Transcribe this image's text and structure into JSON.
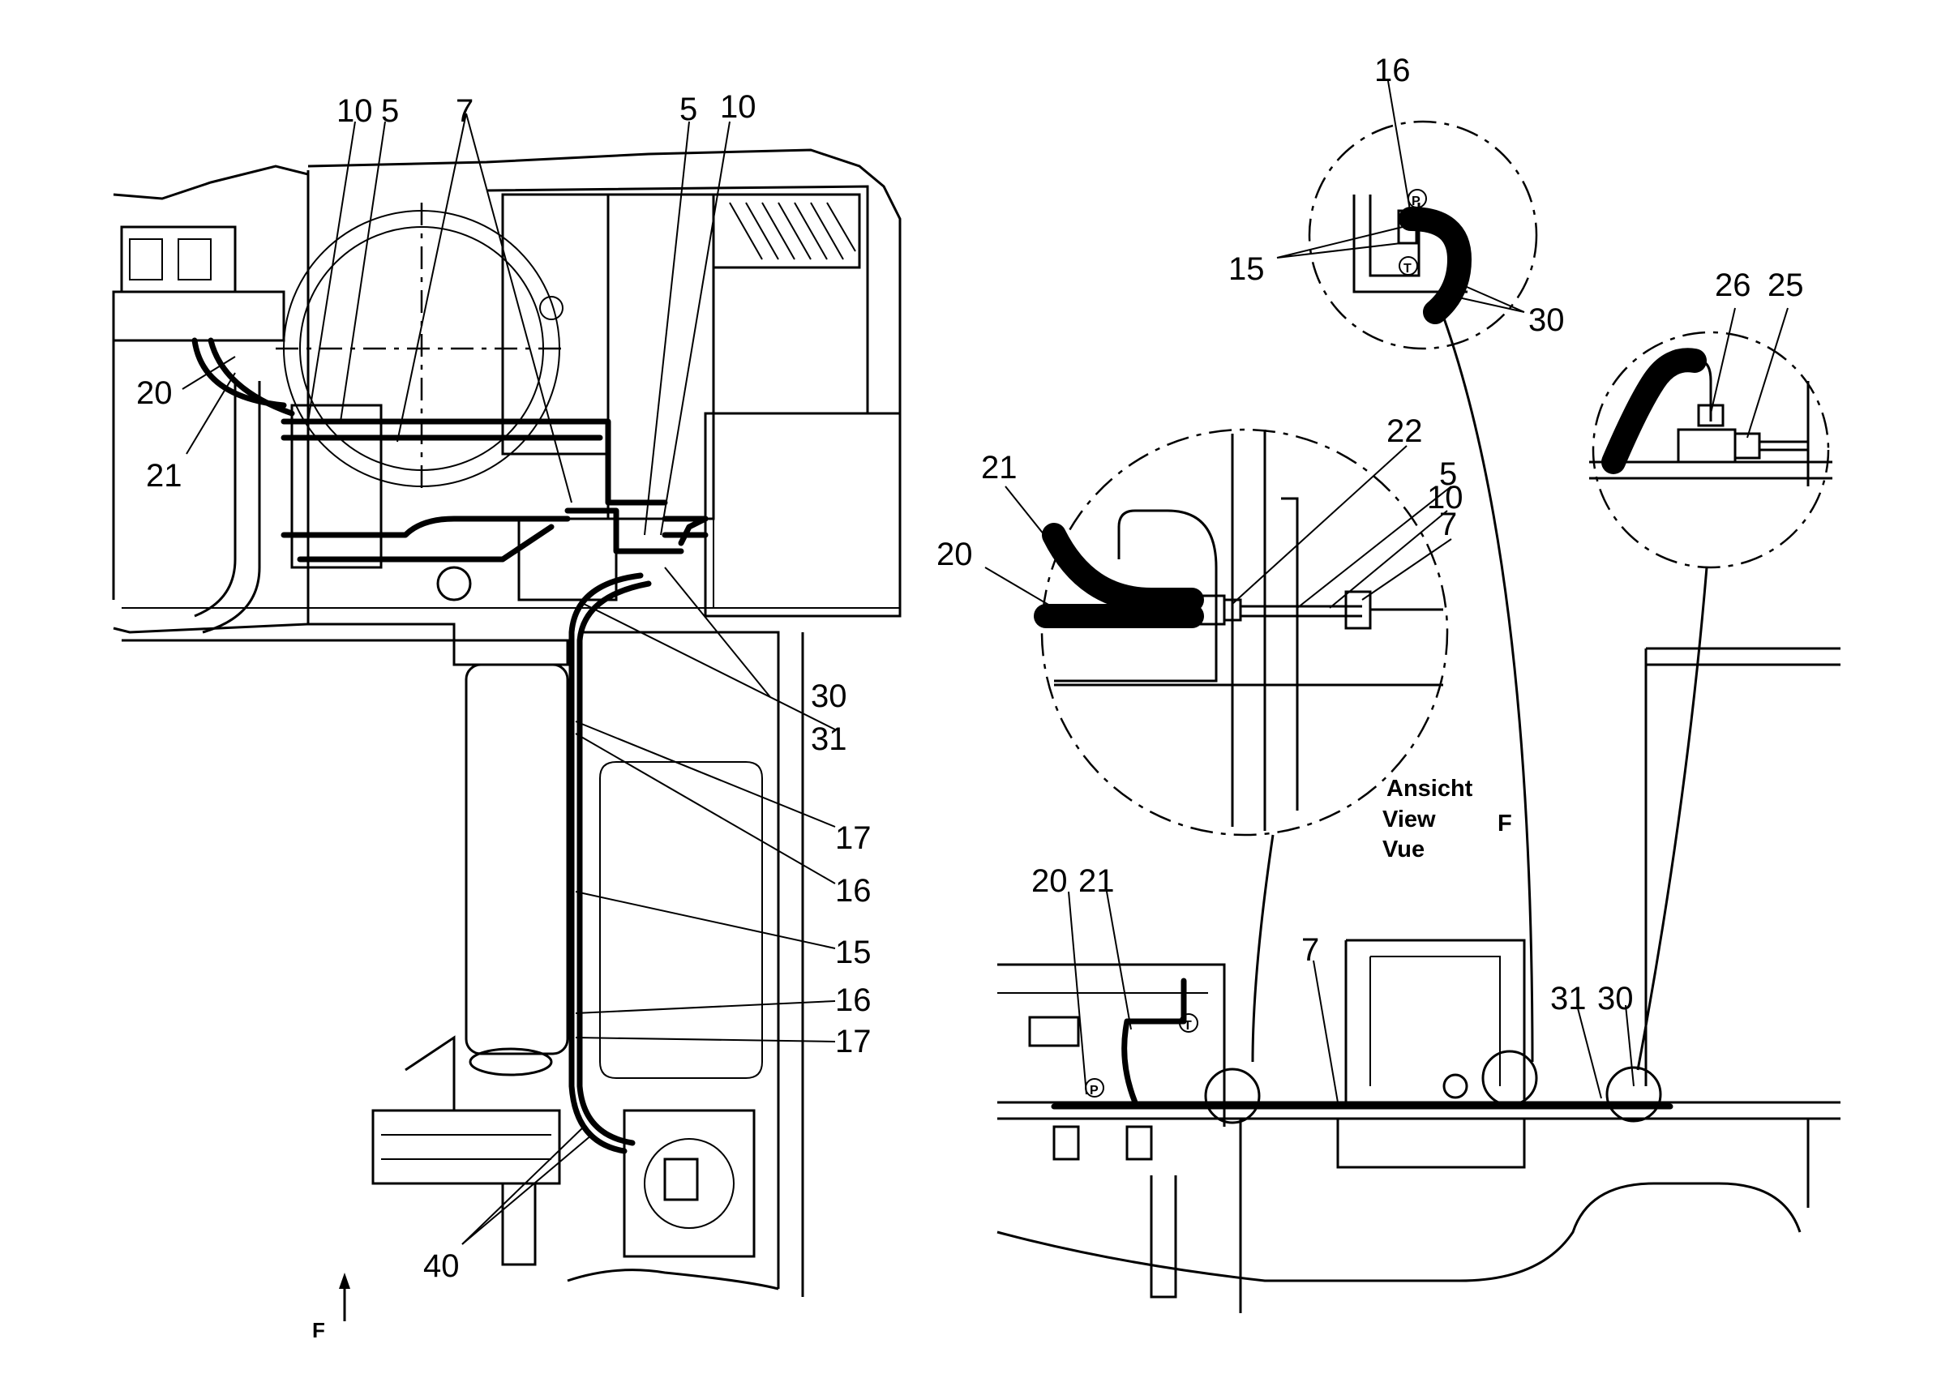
{
  "left_view": {
    "callouts": [
      "10",
      "5",
      "7",
      "5",
      "10",
      "20",
      "21",
      "30",
      "31",
      "17",
      "16",
      "15",
      "16",
      "17",
      "40"
    ],
    "direction_label": "F"
  },
  "detail_top": {
    "callouts": [
      "16",
      "15",
      "30"
    ]
  },
  "detail_hose": {
    "callouts": [
      "21",
      "20",
      "22",
      "5",
      "10",
      "7"
    ]
  },
  "detail_tee": {
    "callouts": [
      "26",
      "25"
    ]
  },
  "view_f": {
    "caption": [
      "Ansicht",
      "View",
      "Vue"
    ],
    "letter": "F",
    "callouts": [
      "20",
      "21",
      "7",
      "31",
      "30"
    ]
  },
  "port_markers": {
    "pressure": "P",
    "tank": "T"
  }
}
